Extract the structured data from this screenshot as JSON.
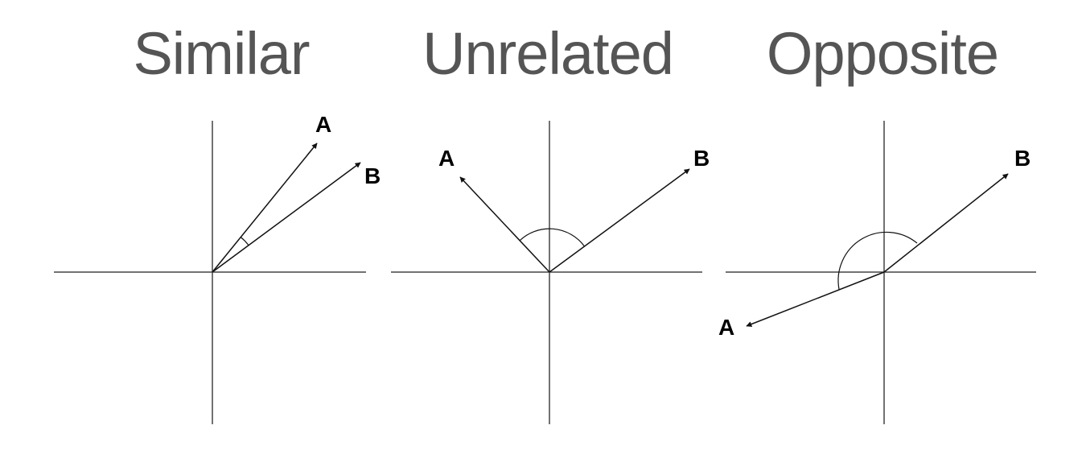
{
  "panels": [
    {
      "title": "Similar",
      "vector_a_label": "A",
      "vector_b_label": "B"
    },
    {
      "title": "Unrelated",
      "vector_a_label": "A",
      "vector_b_label": "B"
    },
    {
      "title": "Opposite",
      "vector_a_label": "A",
      "vector_b_label": "B"
    }
  ],
  "colors": {
    "title": "#555555",
    "axis": "#444444",
    "vector": "#111111",
    "label": "#000000"
  }
}
